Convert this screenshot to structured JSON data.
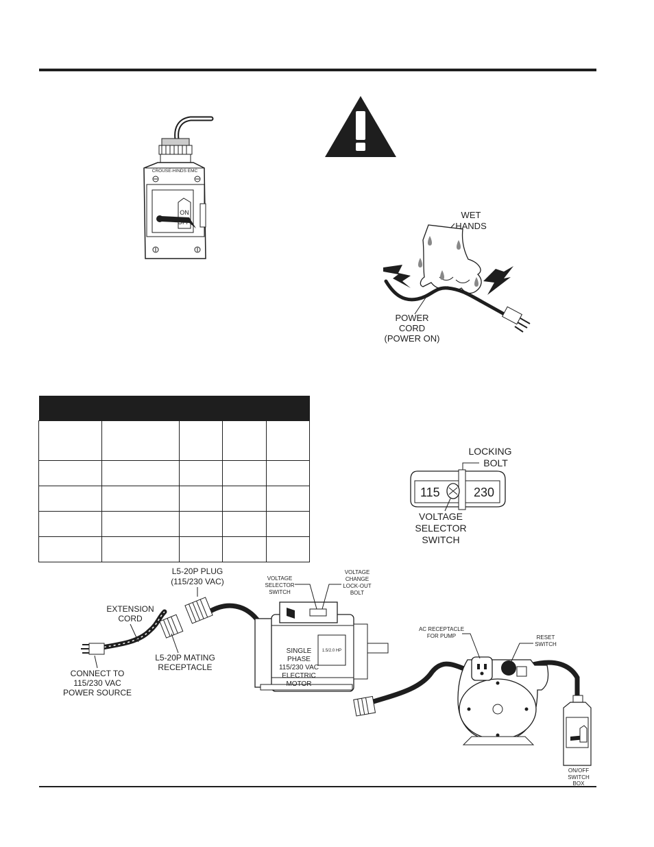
{
  "switch_box": {
    "brand": "CROUSE-HINDS  EMC",
    "on_label": "ON",
    "off_label": "OFF"
  },
  "warning_icon": "exclamation-triangle-icon",
  "wet_hands_figure": {
    "wet_hands_line1": "WET",
    "wet_hands_line2": "HANDS",
    "power_cord_line1": "POWER",
    "power_cord_line2": "CORD",
    "power_cord_line3": "(POWER ON)"
  },
  "voltage_switch_figure": {
    "locking_bolt_line1": "LOCKING",
    "locking_bolt_line2": "BOLT",
    "value_115": "115",
    "value_230": "230",
    "selector_line1": "VOLTAGE",
    "selector_line2": "SELECTOR",
    "selector_line3": "SWITCH"
  },
  "wiring_diagram": {
    "plug_line1": "L5-20P PLUG",
    "plug_line2": "(115/230 VAC)",
    "ext_cord_line1": "EXTENSION",
    "ext_cord_line2": "CORD",
    "connect_line1": "CONNECT TO",
    "connect_line2": "115/230 VAC",
    "connect_line3": "POWER SOURCE",
    "mating_line1": "L5-20P MATING",
    "mating_line2": "RECEPTACLE",
    "vss_line1": "VOLTAGE",
    "vss_line2": "SELECTOR",
    "vss_line3": "SWITCH",
    "vcl_line1": "VOLTAGE",
    "vcl_line2": "CHANGE",
    "vcl_line3": "LOCK-OUT",
    "vcl_line4": "BOLT",
    "motor_line1": "SINGLE",
    "motor_line2": "PHASE",
    "motor_line3": "115/230 VAC",
    "motor_line4": "ELECTRIC",
    "motor_line5": "MOTOR",
    "motor_plate": "1.5/2.0 HP",
    "ac_line1": "AC RECEPTACLE",
    "ac_line2": "FOR PUMP",
    "reset_line1": "RESET",
    "reset_line2": "SWITCH",
    "onoff_line1": "ON/OFF",
    "onoff_line2": "SWITCH",
    "onoff_line3": "BOX"
  },
  "specs_table": {
    "header_row": [
      "",
      "",
      "",
      "",
      ""
    ],
    "rows": [
      [
        "",
        "",
        "",
        "",
        ""
      ],
      [
        "",
        "",
        "",
        "",
        ""
      ],
      [
        "",
        "",
        "",
        "",
        ""
      ],
      [
        "",
        "",
        "",
        "",
        ""
      ],
      [
        "",
        "",
        "",
        "",
        ""
      ]
    ]
  }
}
